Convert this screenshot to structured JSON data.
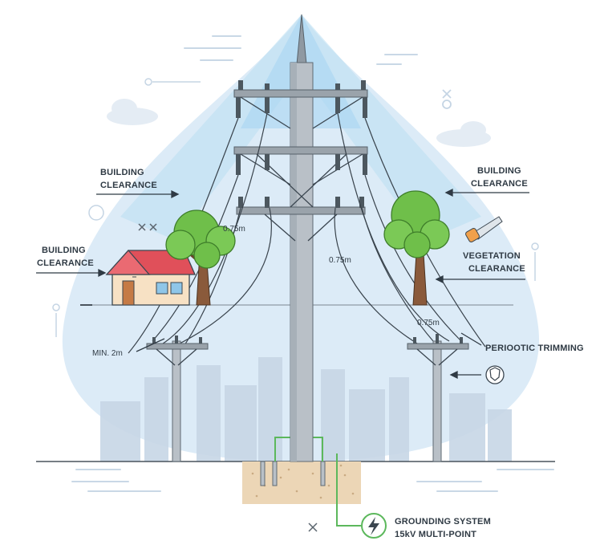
{
  "labels": {
    "building_clearance_left": [
      "BUILDING",
      "CLEARANCE"
    ],
    "building_clearance_right": [
      "BUILDING",
      "CLEARANCE"
    ],
    "building_clearance_house": [
      "BUILDING",
      "CLEARANCE"
    ],
    "vegetation_clearance": [
      "VEGETATION",
      "CLEARANCE"
    ],
    "periodic_trimming": "PERIOOTIC TRIMMING",
    "grounding_system": [
      "GROUNDING SYSTEM",
      "15kV MULTI-POINT"
    ],
    "min_clearance": "MIN. 2m"
  },
  "dimensions": {
    "tree_left_gap": "0.75m",
    "center_gap": "0.75m",
    "right_pole_gap": "0.75m"
  },
  "icons": [
    "house-icon",
    "tree-icon",
    "hand-saw-icon",
    "shield-badge-icon",
    "lightning-grounding-icon",
    "cloud-icon",
    "city-skyline"
  ],
  "colors": {
    "sky_zone": "#cfe3f4",
    "beam": "#9fd1ee",
    "tree": "#6fbf4a",
    "roof": "#e0505a",
    "ground_wire": "#5cb85c",
    "soil": "#e9d2b0"
  }
}
